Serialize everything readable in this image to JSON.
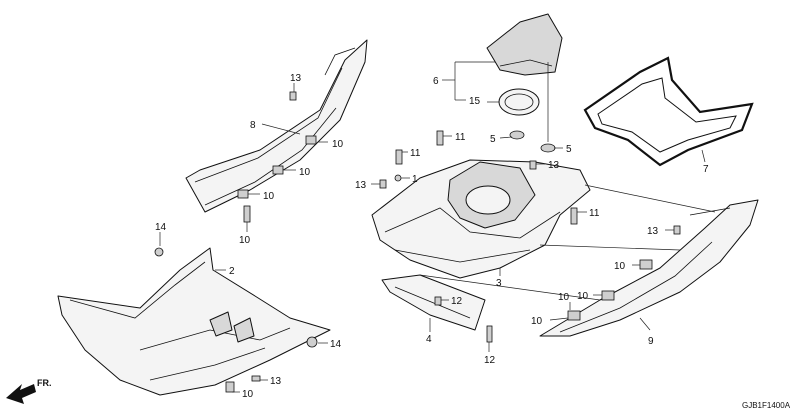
{
  "callouts": {
    "p2": "2",
    "p3": "3",
    "p4": "4",
    "p5a": "5",
    "p5b": "5",
    "p6": "6",
    "p7": "7",
    "p8": "8",
    "p9": "9",
    "p10a": "10",
    "p10b": "10",
    "p10c": "10",
    "p10d": "10",
    "p10e": "10",
    "p10f": "10",
    "p10g": "10",
    "p10h": "10",
    "p11a": "11",
    "p11b": "11",
    "p11c": "11",
    "p12a": "12",
    "p12b": "12",
    "p13a": "13",
    "p13b": "13",
    "p13c": "13",
    "p13d": "13",
    "p13e": "13",
    "p14a": "14",
    "p14b": "14",
    "p15": "15",
    "p1": "1"
  },
  "direction_label": "FR.",
  "diagram_code": "GJB1F1400A"
}
